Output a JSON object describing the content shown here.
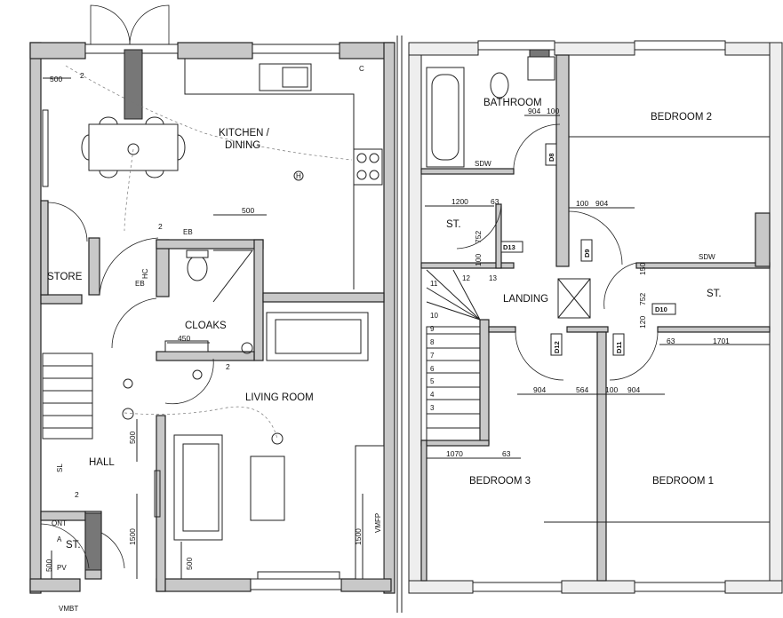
{
  "rooms": {
    "kitchen_line1": "KITCHEN /",
    "kitchen_line2": "DINING",
    "store": "STORE",
    "cloaks": "CLOAKS",
    "living": "LIVING ROOM",
    "hall": "HALL",
    "st_ground": "ST.",
    "bathroom": "BATHROOM",
    "bedroom2": "BEDROOM 2",
    "st_upper_left": "ST.",
    "landing": "LANDING",
    "st_upper_right": "ST.",
    "bedroom3": "BEDROOM 3",
    "bedroom1": "BEDROOM 1"
  },
  "dimensions": {
    "d500_kitchen": "500",
    "d500_eb": "500",
    "d450": "450",
    "d500_hall": "500",
    "d1500_left": "1500",
    "d500_stair": "500",
    "d1500_living": "1500",
    "d500_living": "500",
    "d904_bath": "904",
    "d100_bath": "100",
    "d1200": "1200",
    "d63_a": "63",
    "d752_a": "752",
    "d100_a": "100",
    "d100_bed2": "100",
    "d904_bed2": "904",
    "d752_b": "752",
    "d120": "120",
    "d150": "150",
    "d63_b": "63",
    "d1701": "1701",
    "d904_c": "904",
    "d564": "564",
    "d100_c": "100",
    "d904_d": "904",
    "d1070": "1070",
    "d63_c": "63",
    "d2_a": "2",
    "d2_b": "2",
    "d2_c": "2",
    "d2_d": "2"
  },
  "tags": {
    "sdw_bath": "SDW",
    "sdw_st": "SDW",
    "d8": "D8",
    "d9": "D9",
    "d10": "D10",
    "d11": "D11",
    "d12": "D12",
    "d13": "D13",
    "eb1": "EB",
    "eb2": "EB",
    "hc": "HC",
    "c": "C",
    "h": "H",
    "sl": "SL",
    "ont": "ONT",
    "a": "A",
    "pv": "PV",
    "vmbt": "VMBT",
    "vmfp": "VMFP"
  },
  "stair_steps": [
    "11",
    "12",
    "13",
    "10",
    "9",
    "8",
    "7",
    "6",
    "5",
    "4",
    "3"
  ]
}
